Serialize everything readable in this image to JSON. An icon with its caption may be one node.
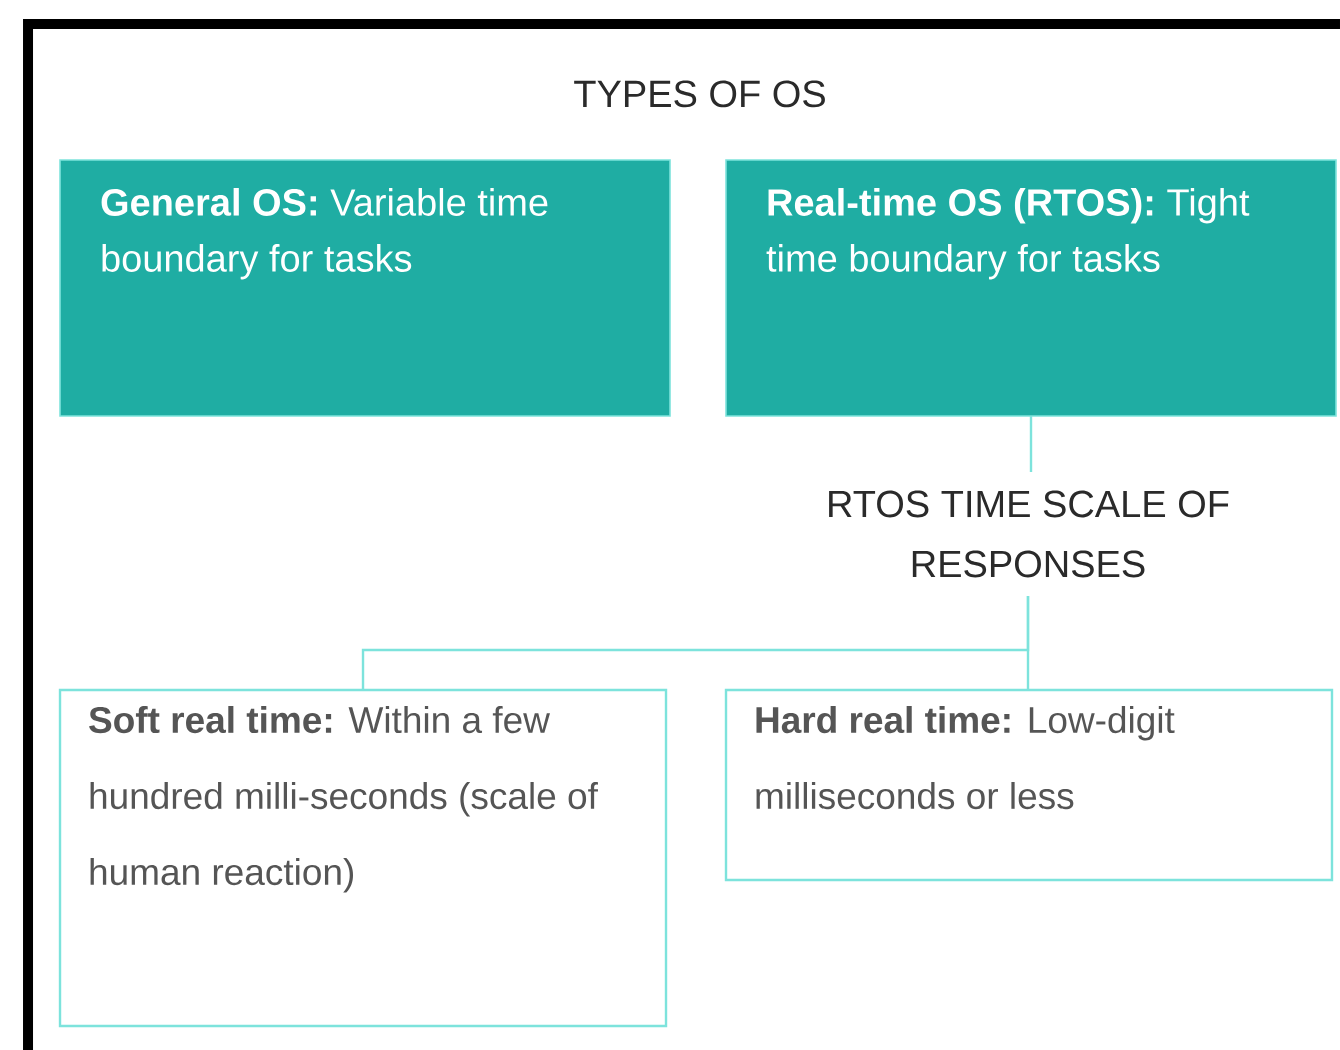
{
  "diagram": {
    "title": "TYPES OF OS",
    "nodes": [
      {
        "text": [
          "**General OS:** Variable time boundary for tasks"
        ]
      },
      {
        "text": [
          "**Real-time OS (RTOS):** Tight time boundary for tasks"
        ]
      },
      {
        "text": [
          "RTOS TIME SCALE OF RESPONSES"
        ]
      },
      {
        "text": [
          "**Soft real time:** Within a few hundred milli-seconds (scale of human reaction)"
        ]
      },
      {
        "text": [
          "**Hard real time:** Low-digit milliseconds or less"
        ]
      }
    ],
    "edges": [
      {
        "from": 1,
        "to": 2,
        "arrow": "none"
      },
      {
        "from": 2,
        "to": 3,
        "arrow": "none"
      },
      {
        "from": 2,
        "to": 4,
        "arrow": "none"
      }
    ]
  }
}
